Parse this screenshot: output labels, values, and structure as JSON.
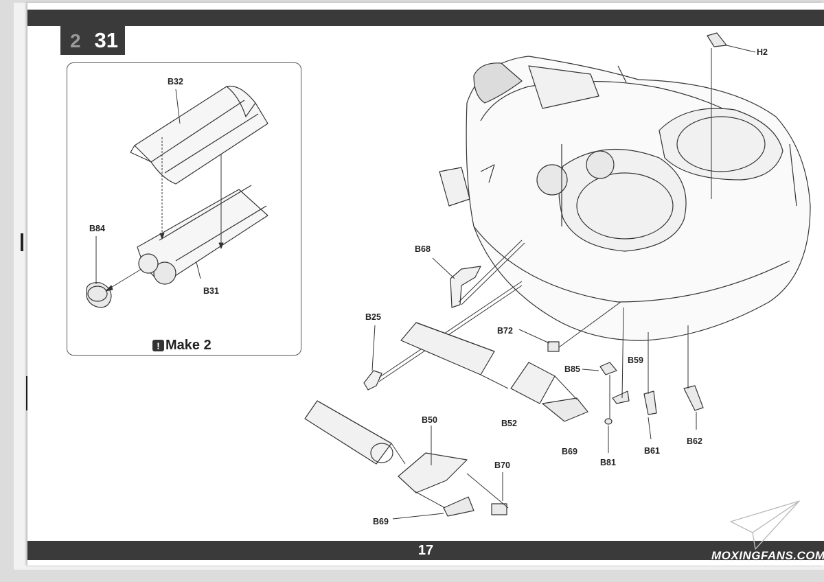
{
  "step": {
    "number": "31",
    "prev_number": "2"
  },
  "inset": {
    "labels": {
      "b32": "B32",
      "b84": "B84",
      "b31": "B31"
    },
    "make_note": "Make 2",
    "warn_glyph": "!"
  },
  "callouts": {
    "h2": "H2",
    "b68": "B68",
    "b25": "B25",
    "b72": "B72",
    "b85": "B85",
    "b59": "B59",
    "b52": "B52",
    "b69_right": "B69",
    "b50": "B50",
    "b70": "B70",
    "b69_left": "B69",
    "b81": "B81",
    "b61": "B61",
    "b62": "B62"
  },
  "footer": {
    "page_number": "17"
  },
  "watermark": {
    "text": "MOXINGFANS.COM"
  },
  "colors": {
    "bar": "#3a3a3a",
    "line": "#333333"
  }
}
